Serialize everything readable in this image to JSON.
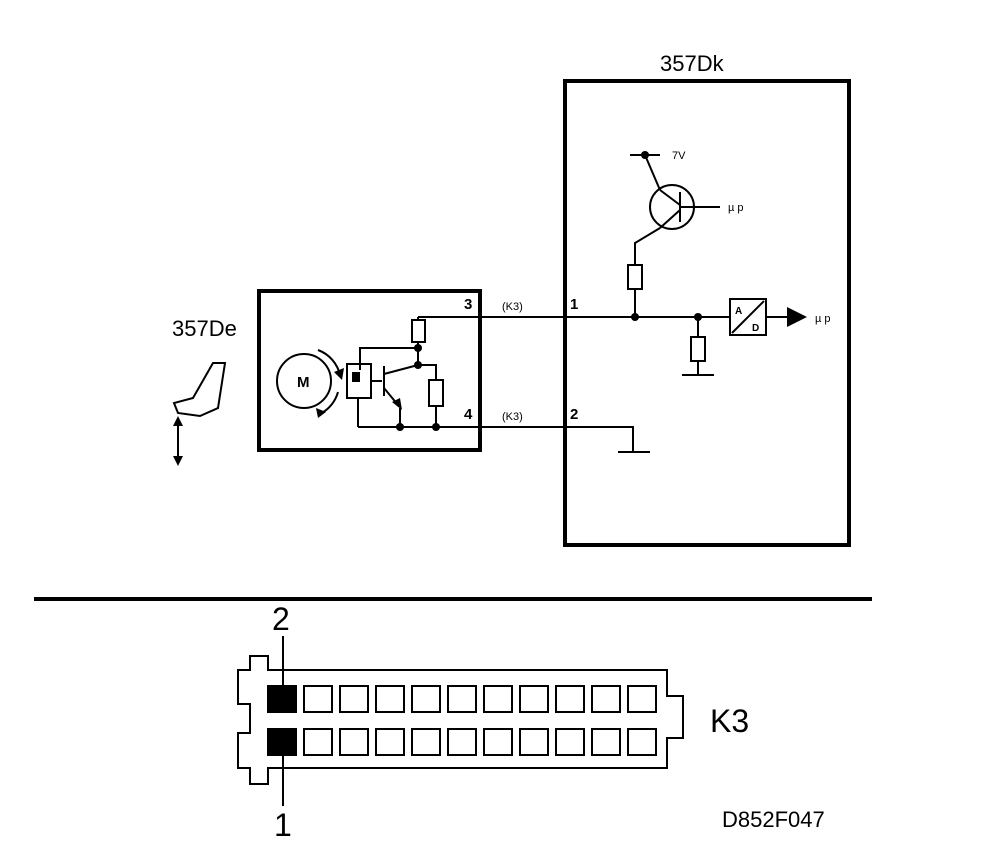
{
  "modules": {
    "ecu": {
      "label": "357Dk"
    },
    "sensor": {
      "label": "357De"
    }
  },
  "ecu_internal": {
    "supply_label": "7V",
    "micro_label_top": "µ p",
    "micro_label_mid": "µ p",
    "adc_label_a": "A",
    "adc_label_d": "D"
  },
  "pins": {
    "sensor_pin3": "3",
    "sensor_pin4": "4",
    "ecu_pin1": "1",
    "ecu_pin2": "2"
  },
  "wires": {
    "upper_connector": "(K3)",
    "lower_connector": "(K3)"
  },
  "motor": {
    "label": "M"
  },
  "connector": {
    "name": "K3",
    "pin_top_label": "2",
    "pin_bottom_label": "1",
    "rows": 2,
    "cells_per_row": 11,
    "filled_cells": [
      0
    ]
  },
  "figure_code": "D852F047"
}
